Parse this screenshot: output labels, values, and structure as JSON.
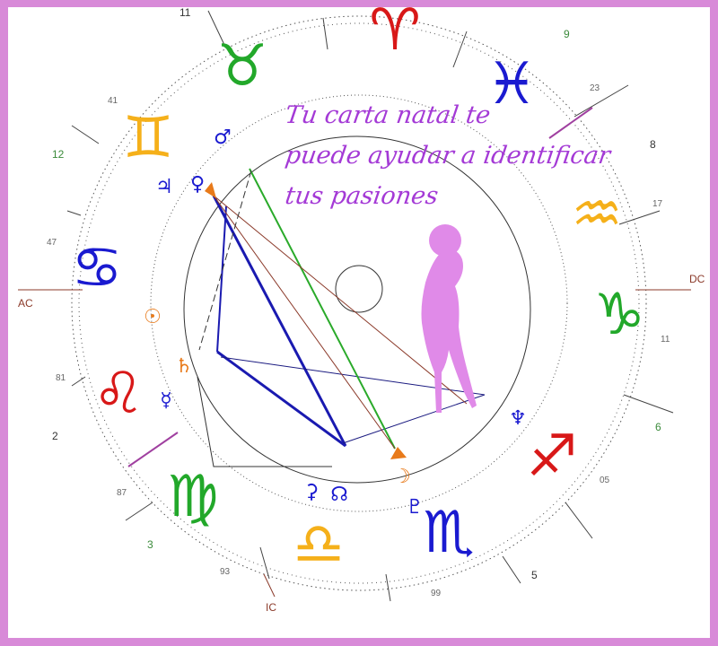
{
  "caption": {
    "lines": [
      "Tu carta natal te",
      "puede ayudar a identificar",
      "tus pasiones"
    ],
    "color": "#a43ad6"
  },
  "axes": {
    "ac": "AC",
    "dc": "DC",
    "ic": "IC"
  },
  "house_numbers": [
    "11",
    "9",
    "8",
    "12",
    "6",
    "2",
    "3",
    "5"
  ],
  "degree_labels": [
    "41",
    "23",
    "17",
    "47",
    "11",
    "81",
    "05",
    "87",
    "93",
    "99"
  ],
  "signs": [
    {
      "glyph": "♉",
      "color": "#22a82a"
    },
    {
      "glyph": "♈",
      "color": "#d81818"
    },
    {
      "glyph": "♓",
      "color": "#1a1ad0"
    },
    {
      "glyph": "♒",
      "color": "#f5b01a"
    },
    {
      "glyph": "♑",
      "color": "#22a82a"
    },
    {
      "glyph": "♐",
      "color": "#d81818"
    },
    {
      "glyph": "♏",
      "color": "#1a1ad0"
    },
    {
      "glyph": "♎",
      "color": "#f5b01a"
    },
    {
      "glyph": "♍",
      "color": "#22a82a"
    },
    {
      "glyph": "♌",
      "color": "#d81818"
    },
    {
      "glyph": "♋",
      "color": "#1a1ad0"
    },
    {
      "glyph": "♊",
      "color": "#f5b01a"
    }
  ],
  "planets": [
    {
      "name": "mars",
      "glyph": "♂",
      "color": "#1a1ad0"
    },
    {
      "name": "jupiter",
      "glyph": "♃",
      "color": "#1a1ad0"
    },
    {
      "name": "venus",
      "glyph": "♀",
      "color": "#1a1ad0"
    },
    {
      "name": "sun",
      "glyph": "☉",
      "color": "#e87a1a"
    },
    {
      "name": "saturn",
      "glyph": "♄",
      "color": "#e87a1a"
    },
    {
      "name": "mercury",
      "glyph": "☿",
      "color": "#1a1ad0"
    },
    {
      "name": "neptune",
      "glyph": "♆",
      "color": "#1a1ad0"
    },
    {
      "name": "moon",
      "glyph": "☽",
      "color": "#e87a1a"
    },
    {
      "name": "uranus",
      "glyph": "⚳",
      "color": "#1a1ad0"
    },
    {
      "name": "node",
      "glyph": "☊",
      "color": "#1a1ad0"
    },
    {
      "name": "pluto",
      "glyph": "♇",
      "color": "#1a1ad0"
    }
  ],
  "colors": {
    "frame": "#d88ad8",
    "silhouette": "#e08ae8"
  }
}
